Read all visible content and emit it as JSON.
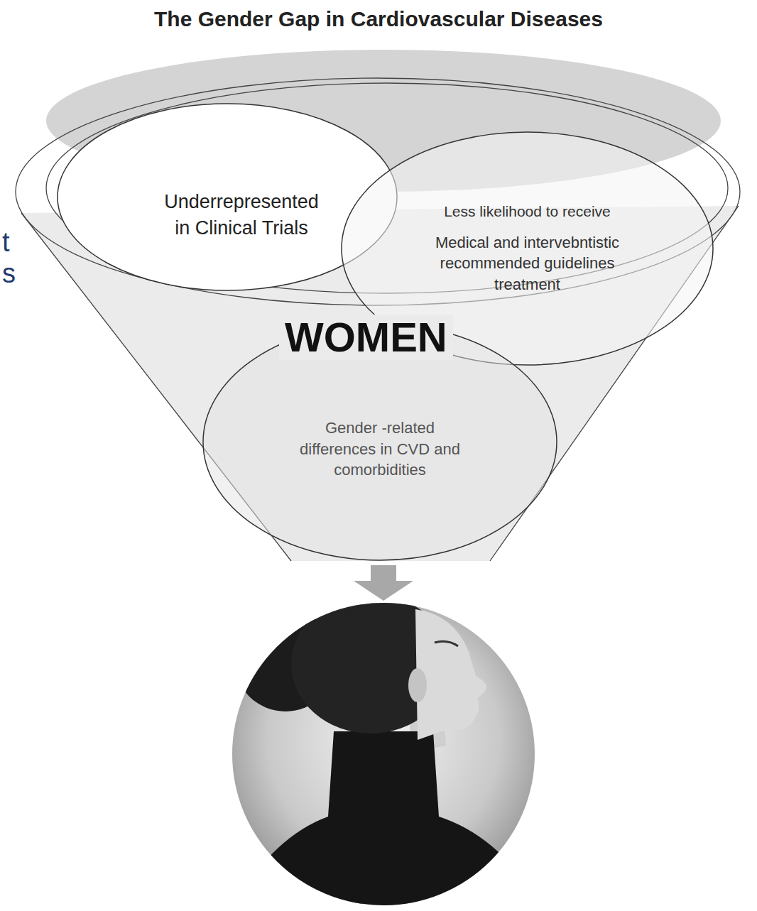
{
  "diagram": {
    "title": "The Gender Gap in Cardiovascular Diseases",
    "nodes": [
      {
        "text": [
          "WOMEN"
        ]
      },
      {
        "text": [
          "Underrepresented in Clinical Trials"
        ],
        "in": 0
      },
      {
        "text": [
          "Less likelihood to receive",
          "Medical and intervebntistic recommended guidelines treatment"
        ],
        "in": 0
      },
      {
        "text": [
          "Gender -related differences in CVD and comorbidities"
        ],
        "in": 0
      }
    ],
    "labels": [
      "t",
      "s"
    ]
  }
}
